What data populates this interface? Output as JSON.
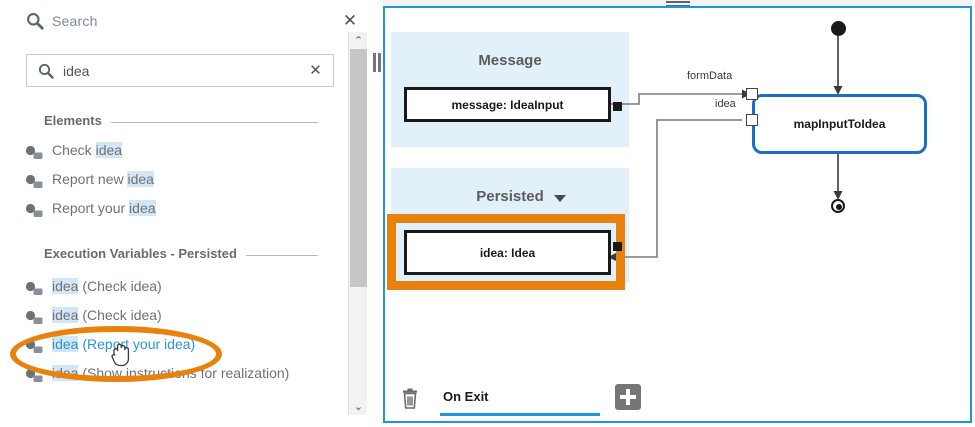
{
  "search_panel": {
    "header_title": "Search",
    "header_close_icon": "close-icon",
    "header_search_icon": "search-icon",
    "input": {
      "value": "idea",
      "placeholder": "Search",
      "icon": "search-icon",
      "clear_icon": "clear-icon"
    },
    "sections": [
      {
        "label": "Elements",
        "items": [
          {
            "icon": "user-icon",
            "prefix": "Check ",
            "highlight": "idea",
            "suffix": "",
            "is_link": false
          },
          {
            "icon": "user-icon",
            "prefix": "Report new ",
            "highlight": "idea",
            "suffix": "",
            "is_link": false
          },
          {
            "icon": "user-icon",
            "prefix": "Report your ",
            "highlight": "idea",
            "suffix": "",
            "is_link": false
          }
        ]
      },
      {
        "label": "Execution Variables - Persisted",
        "items": [
          {
            "icon": "user-icon",
            "prefix": "",
            "highlight": "idea",
            "suffix": " (Check idea)",
            "is_link": false
          },
          {
            "icon": "user-icon",
            "prefix": "",
            "highlight": "idea",
            "suffix": " (Check idea)",
            "is_link": false
          },
          {
            "icon": "user-icon",
            "prefix": "",
            "highlight": "idea",
            "suffix": " (Report your idea)",
            "is_link": true
          },
          {
            "icon": "user-icon",
            "prefix": "",
            "highlight": "idea",
            "suffix": " (Show instructions for realization)",
            "is_link": false
          }
        ]
      }
    ],
    "scrollbar": {
      "up_arrow": "⌃",
      "down_arrow": "⌄"
    }
  },
  "diagram_panel": {
    "lanes": [
      {
        "title": "Message",
        "has_caret": false
      },
      {
        "title": "Persisted",
        "has_caret": true
      }
    ],
    "object_nodes": [
      {
        "label": "message: IdeaInput"
      },
      {
        "label": "idea: Idea"
      }
    ],
    "activity_node": {
      "label": "mapInputToIdea"
    },
    "pin_labels": [
      "formData",
      "idea"
    ],
    "init_node": "initial-node",
    "final_node": "final-node",
    "selection_color": "#e8820c",
    "panel_border_color": "#2196d6"
  },
  "bottom_toolbar": {
    "trash_icon": "trash-icon",
    "tab_label": "On Exit",
    "add_icon": "plus-icon"
  }
}
